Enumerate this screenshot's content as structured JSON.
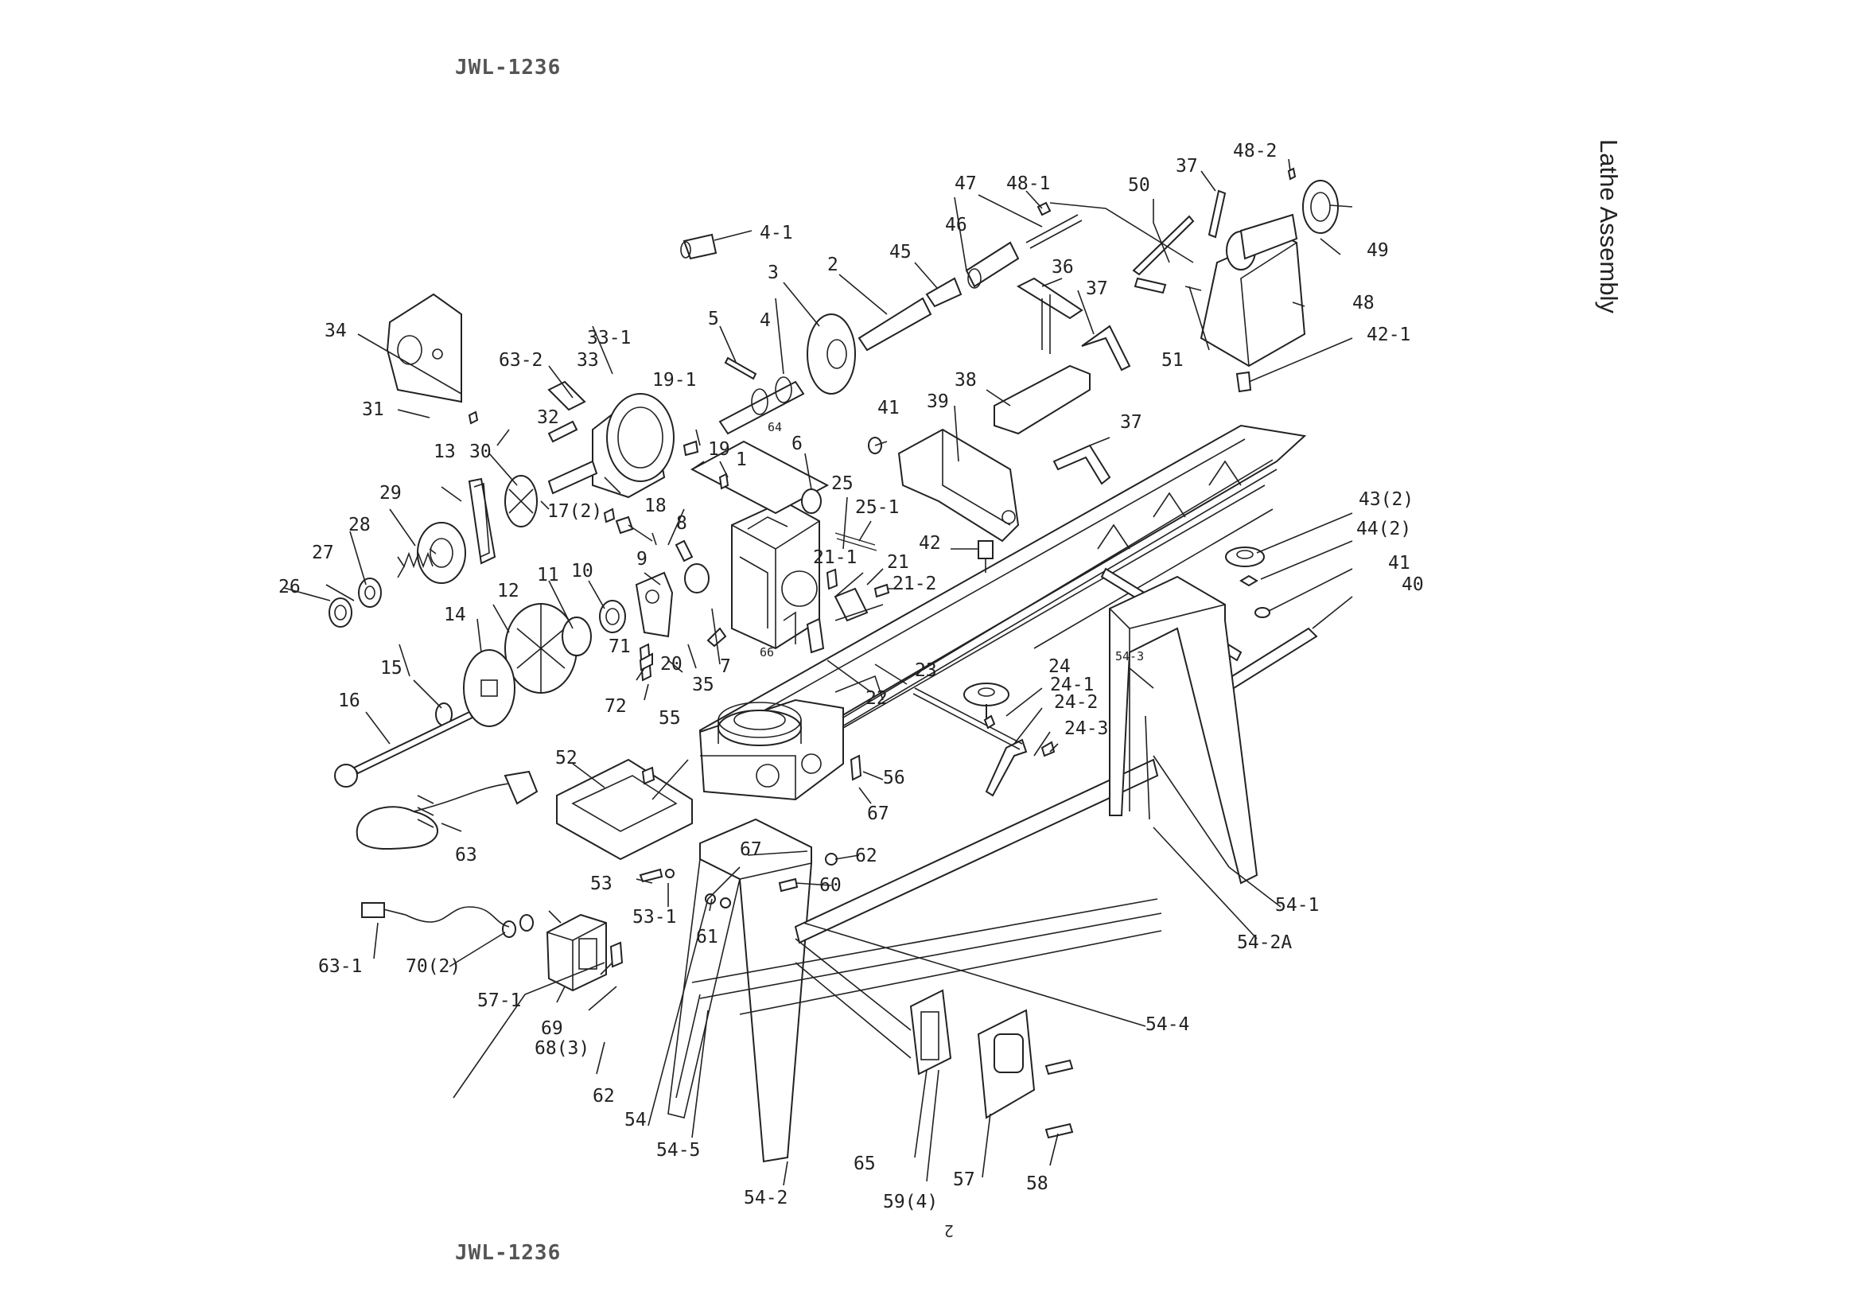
{
  "header": {
    "model_top": "JWL-1236",
    "model_bottom": "JWL-1236"
  },
  "title": "Lathe Assembly",
  "page_number": "2",
  "callouts": [
    "1",
    "2",
    "3",
    "4",
    "4-1",
    "5",
    "6",
    "7",
    "8",
    "9",
    "10",
    "11",
    "12",
    "13",
    "14",
    "15",
    "16",
    "17(2)",
    "18",
    "19",
    "19-1",
    "20",
    "21",
    "21-1",
    "21-2",
    "22",
    "23",
    "24",
    "24-1",
    "24-2",
    "24-3",
    "25",
    "25-1",
    "26",
    "27",
    "28",
    "29",
    "30",
    "31",
    "32",
    "33",
    "33-1",
    "34",
    "35",
    "36",
    "37",
    "37",
    "37",
    "38",
    "39",
    "40",
    "41",
    "41",
    "42",
    "42-1",
    "43(2)",
    "44(2)",
    "45",
    "46",
    "47",
    "48",
    "48-1",
    "48-2",
    "49",
    "50",
    "51",
    "52",
    "53",
    "53-1",
    "54",
    "54-1",
    "54-2",
    "54-2A",
    "54-4",
    "54-5",
    "55",
    "56",
    "57",
    "57-1",
    "58",
    "59(4)",
    "60",
    "61",
    "62",
    "62",
    "63",
    "63-1",
    "63-2",
    "65",
    "67",
    "67",
    "68(3)",
    "69",
    "70(2)",
    "71",
    "72"
  ],
  "small_callouts": [
    "64",
    "66",
    "54-3"
  ]
}
